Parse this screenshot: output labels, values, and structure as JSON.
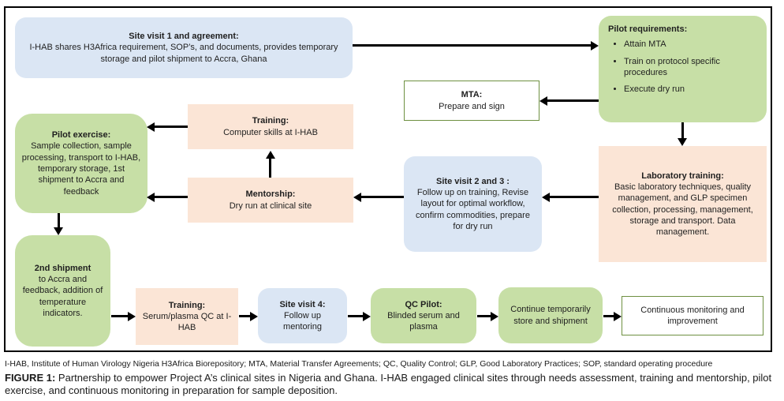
{
  "figure": {
    "boxes": {
      "site_visit_1": {
        "title": "Site visit 1 and agreement:",
        "body": "I-HAB shares H3Africa requirement, SOP’s, and documents, provides temporary storage and pilot shipment to Accra, Ghana"
      },
      "pilot_requirements": {
        "title": "Pilot requirements:",
        "bullets": [
          "Attain MTA",
          "Train on protocol specific procedures",
          "Execute dry run"
        ]
      },
      "mta": {
        "title": "MTA:",
        "body": "Prepare and sign"
      },
      "training_computer": {
        "title": "Training:",
        "body": "Computer skills at I-HAB"
      },
      "pilot_exercise": {
        "title": "Pilot exercise:",
        "body": "Sample collection, sample processing, transport to I-HAB, temporary storage, 1st shipment to Accra and feedback"
      },
      "mentorship": {
        "title": "Mentorship:",
        "body": "Dry run at clinical site"
      },
      "site_visit_2_3": {
        "title": "Site visit 2 and 3 :",
        "body": "Follow up on training, Revise layout for optimal workflow, confirm commodities, prepare for dry run"
      },
      "laboratory_training": {
        "title": "Laboratory training:",
        "body": "Basic laboratory techniques, quality management, and GLP specimen collection, processing, management, storage and transport. Data management."
      },
      "second_shipment": {
        "title": "2nd shipment",
        "body": "to Accra and feedback, addition of temperature indicators."
      },
      "training_serum": {
        "title": "Training:",
        "body": "Serum/plasma QC at I-HAB"
      },
      "site_visit_4": {
        "title": "Site visit 4:",
        "body": "Follow up mentoring"
      },
      "qc_pilot": {
        "title": "QC Pilot:",
        "body": "Blinded serum and plasma"
      },
      "continue_store": {
        "body": "Continue temporarily store and shipment"
      },
      "continuous_monitoring": {
        "body": "Continuous monitoring and improvement"
      }
    },
    "footnote": "I-HAB, Institute of Human Virology Nigeria H3Africa Biorepository; MTA, Material Transfer Agreements; QC, Quality Control; GLP, Good Laboratory Practices; SOP, standard operating procedure",
    "caption": {
      "label": "FIGURE 1:",
      "text": "Partnership to empower Project A’s clinical sites in Nigeria and Ghana. I-HAB engaged clinical sites through needs assessment, training and mentorship, pilot exercise, and continuous monitoring in preparation for sample deposition."
    },
    "colors": {
      "box_blue": "#dbe6f4",
      "box_green": "#c7dfa6",
      "box_peach": "#fbe5d6",
      "outline_green": "#6e9041",
      "arrow": "#000000",
      "frame_border": "#000000"
    }
  }
}
